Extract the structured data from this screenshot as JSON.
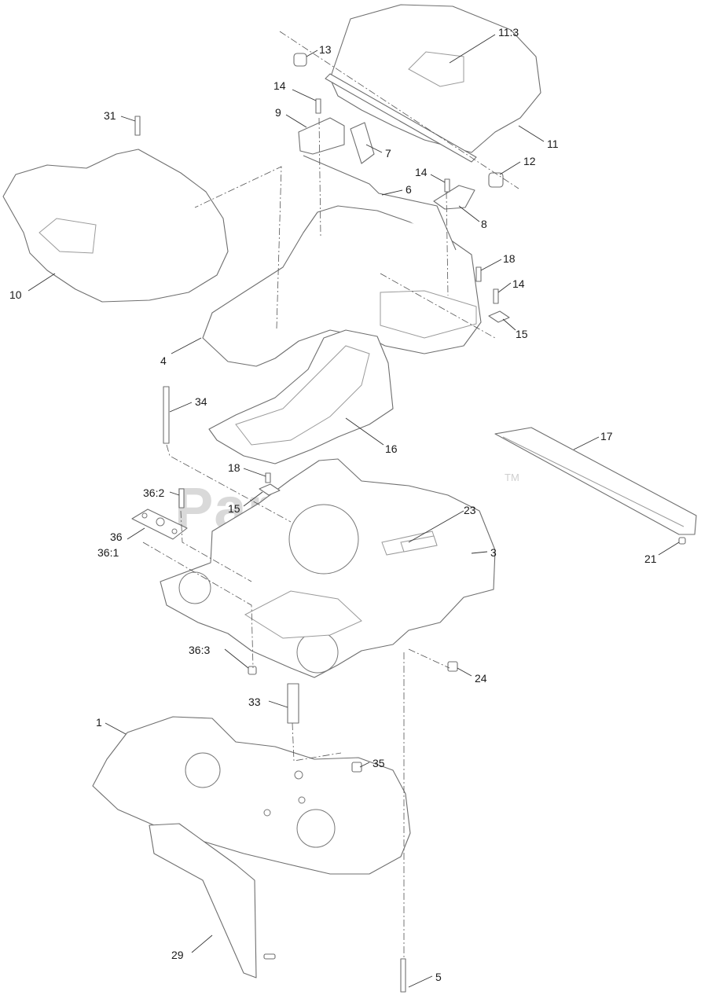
{
  "watermark": {
    "text": "PartsTree",
    "trademark": "TM"
  },
  "callouts": [
    {
      "id": "c-11-3",
      "label": "11:3"
    },
    {
      "id": "c-13",
      "label": "13"
    },
    {
      "id": "c-14a",
      "label": "14"
    },
    {
      "id": "c-9",
      "label": "9"
    },
    {
      "id": "c-31",
      "label": "31"
    },
    {
      "id": "c-7",
      "label": "7"
    },
    {
      "id": "c-11",
      "label": "11"
    },
    {
      "id": "c-12",
      "label": "12"
    },
    {
      "id": "c-14b",
      "label": "14"
    },
    {
      "id": "c-6",
      "label": "6"
    },
    {
      "id": "c-8",
      "label": "8"
    },
    {
      "id": "c-18a",
      "label": "18"
    },
    {
      "id": "c-14c",
      "label": "14"
    },
    {
      "id": "c-10",
      "label": "10"
    },
    {
      "id": "c-15a",
      "label": "15"
    },
    {
      "id": "c-4",
      "label": "4"
    },
    {
      "id": "c-34",
      "label": "34"
    },
    {
      "id": "c-16",
      "label": "16"
    },
    {
      "id": "c-17",
      "label": "17"
    },
    {
      "id": "c-18b",
      "label": "18"
    },
    {
      "id": "c-36-2",
      "label": "36:2"
    },
    {
      "id": "c-15b",
      "label": "15"
    },
    {
      "id": "c-23",
      "label": "23"
    },
    {
      "id": "c-36",
      "label": "36"
    },
    {
      "id": "c-36-1",
      "label": "36:1"
    },
    {
      "id": "c-3",
      "label": "3"
    },
    {
      "id": "c-21",
      "label": "21"
    },
    {
      "id": "c-36-3",
      "label": "36:3"
    },
    {
      "id": "c-24",
      "label": "24"
    },
    {
      "id": "c-33",
      "label": "33"
    },
    {
      "id": "c-1",
      "label": "1"
    },
    {
      "id": "c-35",
      "label": "35"
    },
    {
      "id": "c-29",
      "label": "29"
    },
    {
      "id": "c-5",
      "label": "5"
    }
  ]
}
